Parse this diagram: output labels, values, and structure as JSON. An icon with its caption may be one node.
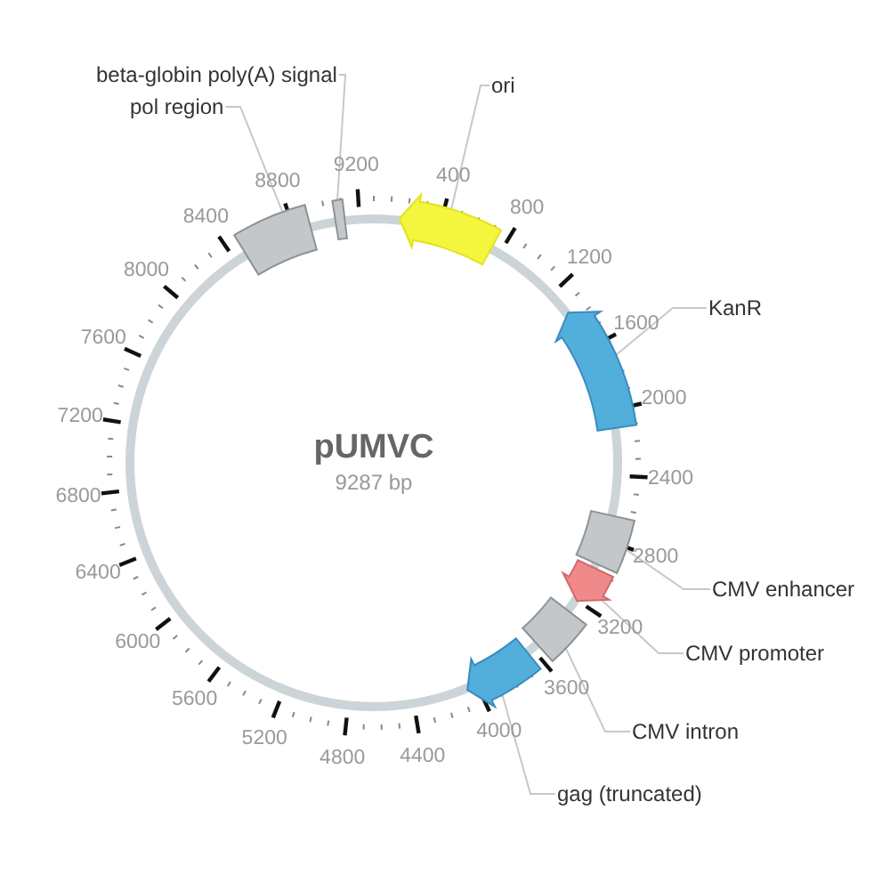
{
  "diagram": {
    "title": "pUMVC",
    "nodes": [
      {
        "text": [
          "beta-globin poly(A) signal"
        ]
      },
      {
        "text": [],
        "shape": "box"
      },
      {
        "text": [
          "pol region"
        ]
      },
      {
        "text": [],
        "shape": "box"
      },
      {
        "text": [
          "ori"
        ]
      },
      {
        "text": [],
        "shape": "arrow"
      },
      {
        "text": [
          "KanR"
        ]
      },
      {
        "text": [],
        "shape": "arrow"
      },
      {
        "text": [
          "CMV enhancer"
        ]
      },
      {
        "text": [],
        "shape": "box"
      },
      {
        "text": [
          "CMV promoter"
        ]
      },
      {
        "text": [],
        "shape": "arrow"
      },
      {
        "text": [
          "CMV intron"
        ]
      },
      {
        "text": [],
        "shape": "box"
      },
      {
        "text": [
          "gag (truncated)"
        ]
      },
      {
        "text": [],
        "shape": "arrow"
      }
    ],
    "edges": [
      {
        "from": 0,
        "to": 1,
        "arrow": "none"
      },
      {
        "from": 2,
        "to": 3,
        "arrow": "none"
      },
      {
        "from": 4,
        "to": 5,
        "arrow": "none"
      },
      {
        "from": 6,
        "to": 7,
        "arrow": "none"
      },
      {
        "from": 8,
        "to": 9,
        "arrow": "none"
      },
      {
        "from": 10,
        "to": 11,
        "arrow": "none"
      },
      {
        "from": 12,
        "to": 13,
        "arrow": "none"
      },
      {
        "from": 14,
        "to": 15,
        "arrow": "none"
      }
    ],
    "labels": [
      "9287 bp",
      "400",
      "800",
      "1200",
      "1600",
      "2000",
      "2400",
      "2800",
      "3200",
      "3600",
      "4000",
      "4400",
      "4800",
      "5200",
      "5600",
      "6000",
      "6400",
      "6800",
      "7200",
      "7600",
      "8000",
      "8400",
      "8800",
      "9200"
    ]
  }
}
